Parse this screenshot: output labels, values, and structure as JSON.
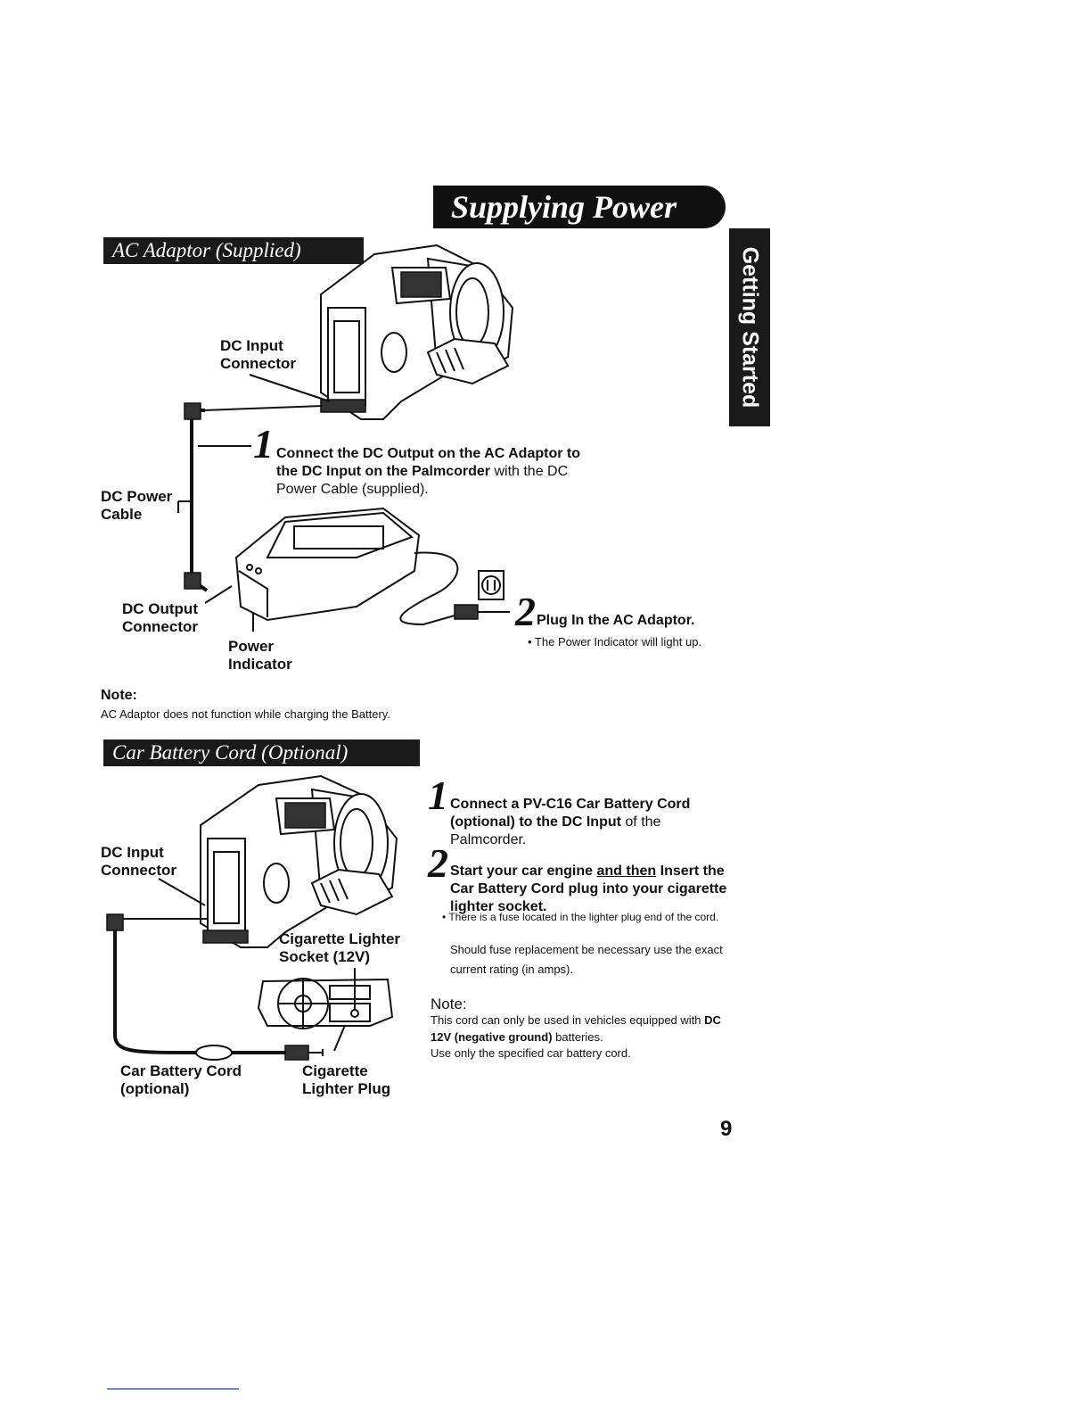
{
  "header": {
    "title": "Supplying Power",
    "side_tab": "Getting Started"
  },
  "ac_adaptor": {
    "heading": "AC Adaptor (Supplied)",
    "labels": {
      "dc_input_line1": "DC Input",
      "dc_input_line2": "Connector",
      "dc_power_line1": "DC Power",
      "dc_power_line2": "Cable",
      "dc_output_line1": "DC Output",
      "dc_output_line2": "Connector",
      "power_ind_line1": "Power",
      "power_ind_line2": "Indicator"
    },
    "step1": {
      "number": "1",
      "bold": "Connect the DC Output on the AC Adaptor to the DC Input on the Palmcorder",
      "rest": " with the DC Power Cable (supplied)."
    },
    "step2": {
      "number": "2",
      "bold": "Plug In the AC Adaptor.",
      "sub": "• The Power Indicator will light up."
    },
    "note_heading": "Note:",
    "note_text": "AC Adaptor does not function while charging the Battery."
  },
  "car_battery": {
    "heading": "Car Battery Cord (Optional)",
    "labels": {
      "dc_input_line1": "DC Input",
      "dc_input_line2": "Connector",
      "socket_line1": "Cigarette Lighter",
      "socket_line2": "Socket (12V)",
      "cord_line1": "Car Battery Cord",
      "cord_line2": "(optional)",
      "plug_line1": "Cigarette",
      "plug_line2": "Lighter Plug"
    },
    "step1": {
      "number": "1",
      "bold": "Connect a PV-C16 Car Battery Cord (optional) to the DC Input",
      "rest": " of the Palmcorder."
    },
    "step2": {
      "number": "2",
      "bold_before": "Start your car engine ",
      "bold_underline": "and then",
      "bold_after": " Insert the Car Battery Cord plug into your cigarette lighter socket.",
      "sub1": "• There is a fuse located in the lighter plug end of the cord.",
      "sub2": "Should fuse replacement be necessary use the exact current rating (in amps)."
    },
    "note_heading": "Note:",
    "note_line1_before": "This cord can only be used in vehicles equipped with ",
    "note_line1_bold": "DC 12V (negative ground)",
    "note_line1_after": " batteries.",
    "note_line2": "Use only the specified car battery cord."
  },
  "page_number": "9"
}
